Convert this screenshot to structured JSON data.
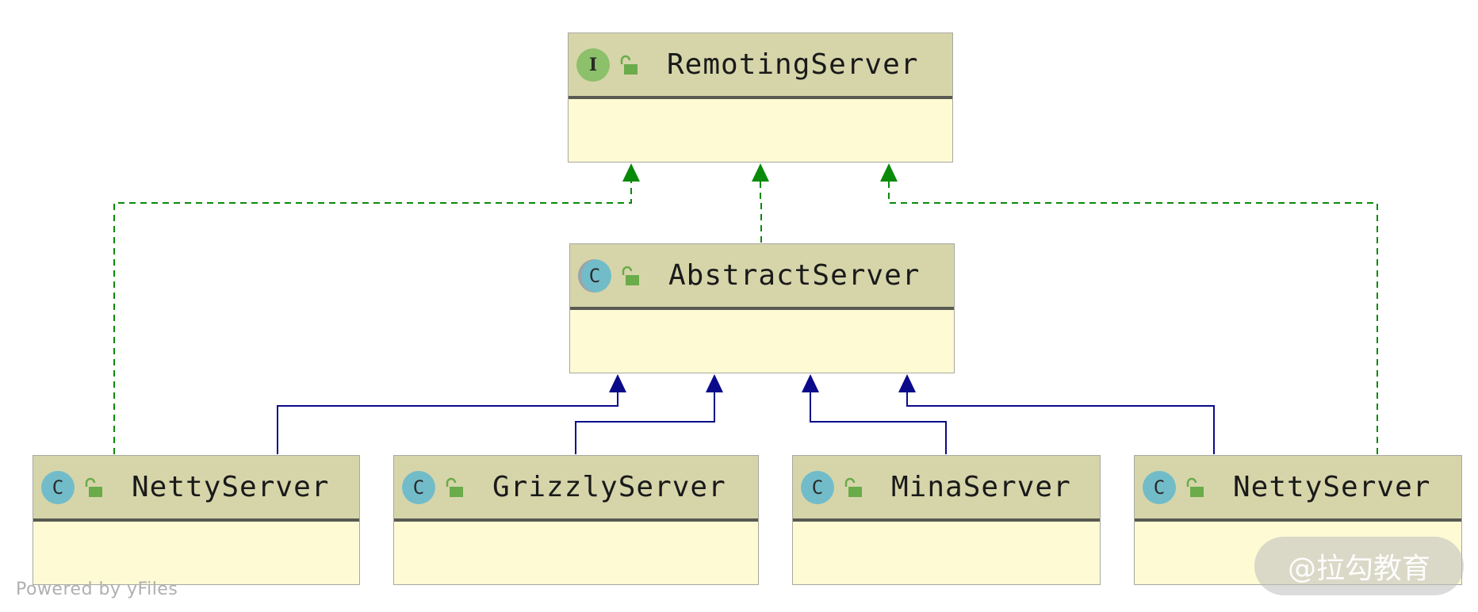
{
  "diagram": {
    "nodes": [
      {
        "id": "remoting",
        "label": "RemotingServer",
        "kind": "interface",
        "kind_letter": "I",
        "visibility_icon": "unlock-icon"
      },
      {
        "id": "abstract",
        "label": "AbstractServer",
        "kind": "abstract-class",
        "kind_letter": "C",
        "visibility_icon": "unlock-icon"
      },
      {
        "id": "netty1",
        "label": "NettyServer",
        "kind": "class",
        "kind_letter": "C",
        "visibility_icon": "unlock-icon"
      },
      {
        "id": "grizzly",
        "label": "GrizzlyServer",
        "kind": "class",
        "kind_letter": "C",
        "visibility_icon": "unlock-icon"
      },
      {
        "id": "mina",
        "label": "MinaServer",
        "kind": "class",
        "kind_letter": "C",
        "visibility_icon": "unlock-icon"
      },
      {
        "id": "netty2",
        "label": "NettyServer",
        "kind": "class",
        "kind_letter": "C",
        "visibility_icon": "unlock-icon"
      }
    ],
    "edges": [
      {
        "from": "abstract",
        "to": "remoting",
        "type": "implements"
      },
      {
        "from": "netty1",
        "to": "remoting",
        "type": "implements"
      },
      {
        "from": "netty2",
        "to": "remoting",
        "type": "implements"
      },
      {
        "from": "netty1",
        "to": "abstract",
        "type": "extends"
      },
      {
        "from": "grizzly",
        "to": "abstract",
        "type": "extends"
      },
      {
        "from": "mina",
        "to": "abstract",
        "type": "extends"
      },
      {
        "from": "netty2",
        "to": "abstract",
        "type": "extends"
      }
    ]
  },
  "colors": {
    "implements_edge": "#0a8a0a",
    "extends_edge": "#0a0a8a",
    "header_fill": "#d6d5aa",
    "body_fill": "#fdfad4",
    "interface_badge": "#8cc06a",
    "class_badge": "#72bcc9",
    "lock_icon": "#6aab4a"
  },
  "footer": {
    "powered_by": "Powered by yFiles"
  },
  "watermark": {
    "text": "@拉勾教育"
  }
}
